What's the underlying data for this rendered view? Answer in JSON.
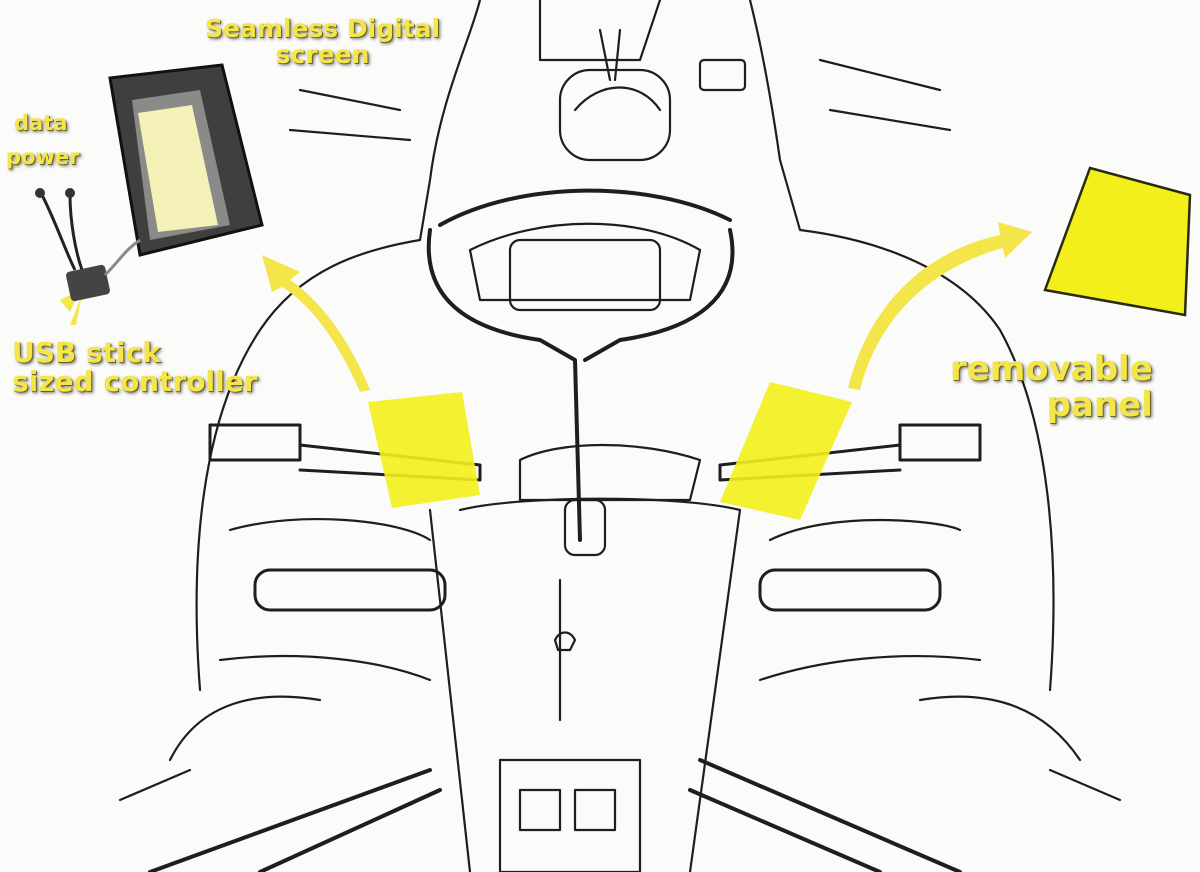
{
  "labels": {
    "screen_line1": "Seamless Digital",
    "screen_line2": "screen",
    "data": "data",
    "power": "power",
    "controller_line1": "USB stick",
    "controller_line2": "sized controller",
    "panel_line1": "removable",
    "panel_line2": "panel"
  },
  "colors": {
    "highlight": "#f3e54a",
    "panel_fill": "#f2ef1a",
    "ink": "#1e1e1e",
    "device": "#4a4a48",
    "screen": "#f4f2b8"
  }
}
